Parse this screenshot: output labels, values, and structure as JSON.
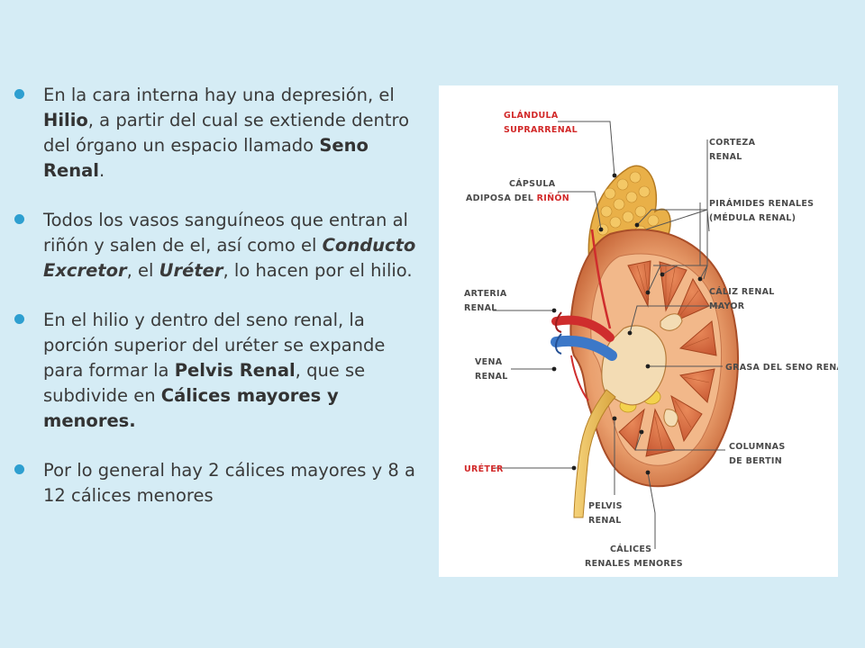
{
  "bullets": [
    {
      "parts": [
        {
          "t": "En la cara interna hay una depresión, el ",
          "s": "n"
        },
        {
          "t": "Hilio",
          "s": "b"
        },
        {
          "t": ", a partir del cual se extiende dentro del órgano un espacio llamado ",
          "s": "n"
        },
        {
          "t": "Seno Renal",
          "s": "b"
        },
        {
          "t": ".",
          "s": "n"
        }
      ]
    },
    {
      "parts": [
        {
          "t": "Todos los vasos sanguíneos que entran al riñón y salen de el, así como el ",
          "s": "n"
        },
        {
          "t": "Conducto Excretor",
          "s": "i"
        },
        {
          "t": ", el ",
          "s": "n"
        },
        {
          "t": "Uréter",
          "s": "i"
        },
        {
          "t": ", lo hacen por el hilio.",
          "s": "n"
        }
      ]
    },
    {
      "parts": [
        {
          "t": "En el hilio y dentro del seno renal, la porción superior del uréter se expande para formar la ",
          "s": "n"
        },
        {
          "t": "Pelvis Renal",
          "s": "b"
        },
        {
          "t": ", que se subdivide en ",
          "s": "n"
        },
        {
          "t": "Cálices mayores y menores.",
          "s": "b"
        }
      ]
    },
    {
      "parts": [
        {
          "t": "Por  lo general hay 2 cálices mayores y 8 a 12 cálices menores",
          "s": "n"
        }
      ]
    }
  ],
  "diagram": {
    "labels": {
      "glandula_1": "GLÁNDULA",
      "glandula_2": "SUPRARRENAL",
      "capsula_1": "CÁPSULA",
      "capsula_2a": "ADIPOSA DEL ",
      "capsula_2b": "RIÑÓN",
      "corteza_1": "CORTEZA",
      "corteza_2": "RENAL",
      "piramides_1": "PIRÁMIDES RENALES",
      "piramides_2": "(MÉDULA RENAL)",
      "arteria_1": "ARTERIA",
      "arteria_2": "RENAL",
      "caliz_1": "CÁLIZ RENAL",
      "caliz_2": "MAYOR",
      "vena_1": "VENA",
      "vena_2": "RENAL",
      "grasa": "GRASA DEL SENO RENAL",
      "ureter": "URÉTER",
      "columnas_1": "COLUMNAS",
      "columnas_2": "DE BERTIN",
      "pelvis_1": "PELVIS",
      "pelvis_2": "RENAL",
      "calices_1": "CÁLICES",
      "calices_2": "RENALES MENORES"
    }
  },
  "colors": {
    "bullet": "#2e9fd0",
    "background": "#d5ecf5",
    "red_label": "#d22a2a"
  }
}
